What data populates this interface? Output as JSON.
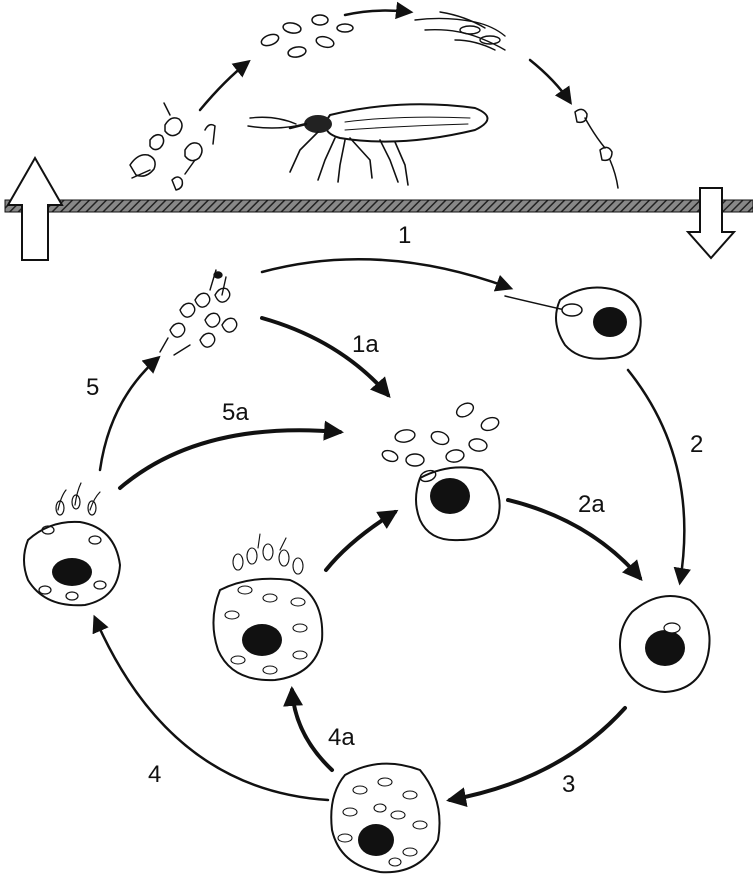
{
  "labels": {
    "step_1": "1",
    "step_1a": "1a",
    "step_2": "2",
    "step_2a": "2a",
    "step_3": "3",
    "step_4": "4",
    "step_4a": "4a",
    "step_5": "5",
    "step_5a": "5a"
  },
  "colors": {
    "ink": "#111111",
    "cell_fill": "#ffffff",
    "nucleus": "#111111"
  },
  "icons": {
    "vector_insect": "triatomine-bug-icon",
    "up_arrow": "hollow-up-arrow-icon",
    "down_arrow": "hollow-down-arrow-icon"
  }
}
